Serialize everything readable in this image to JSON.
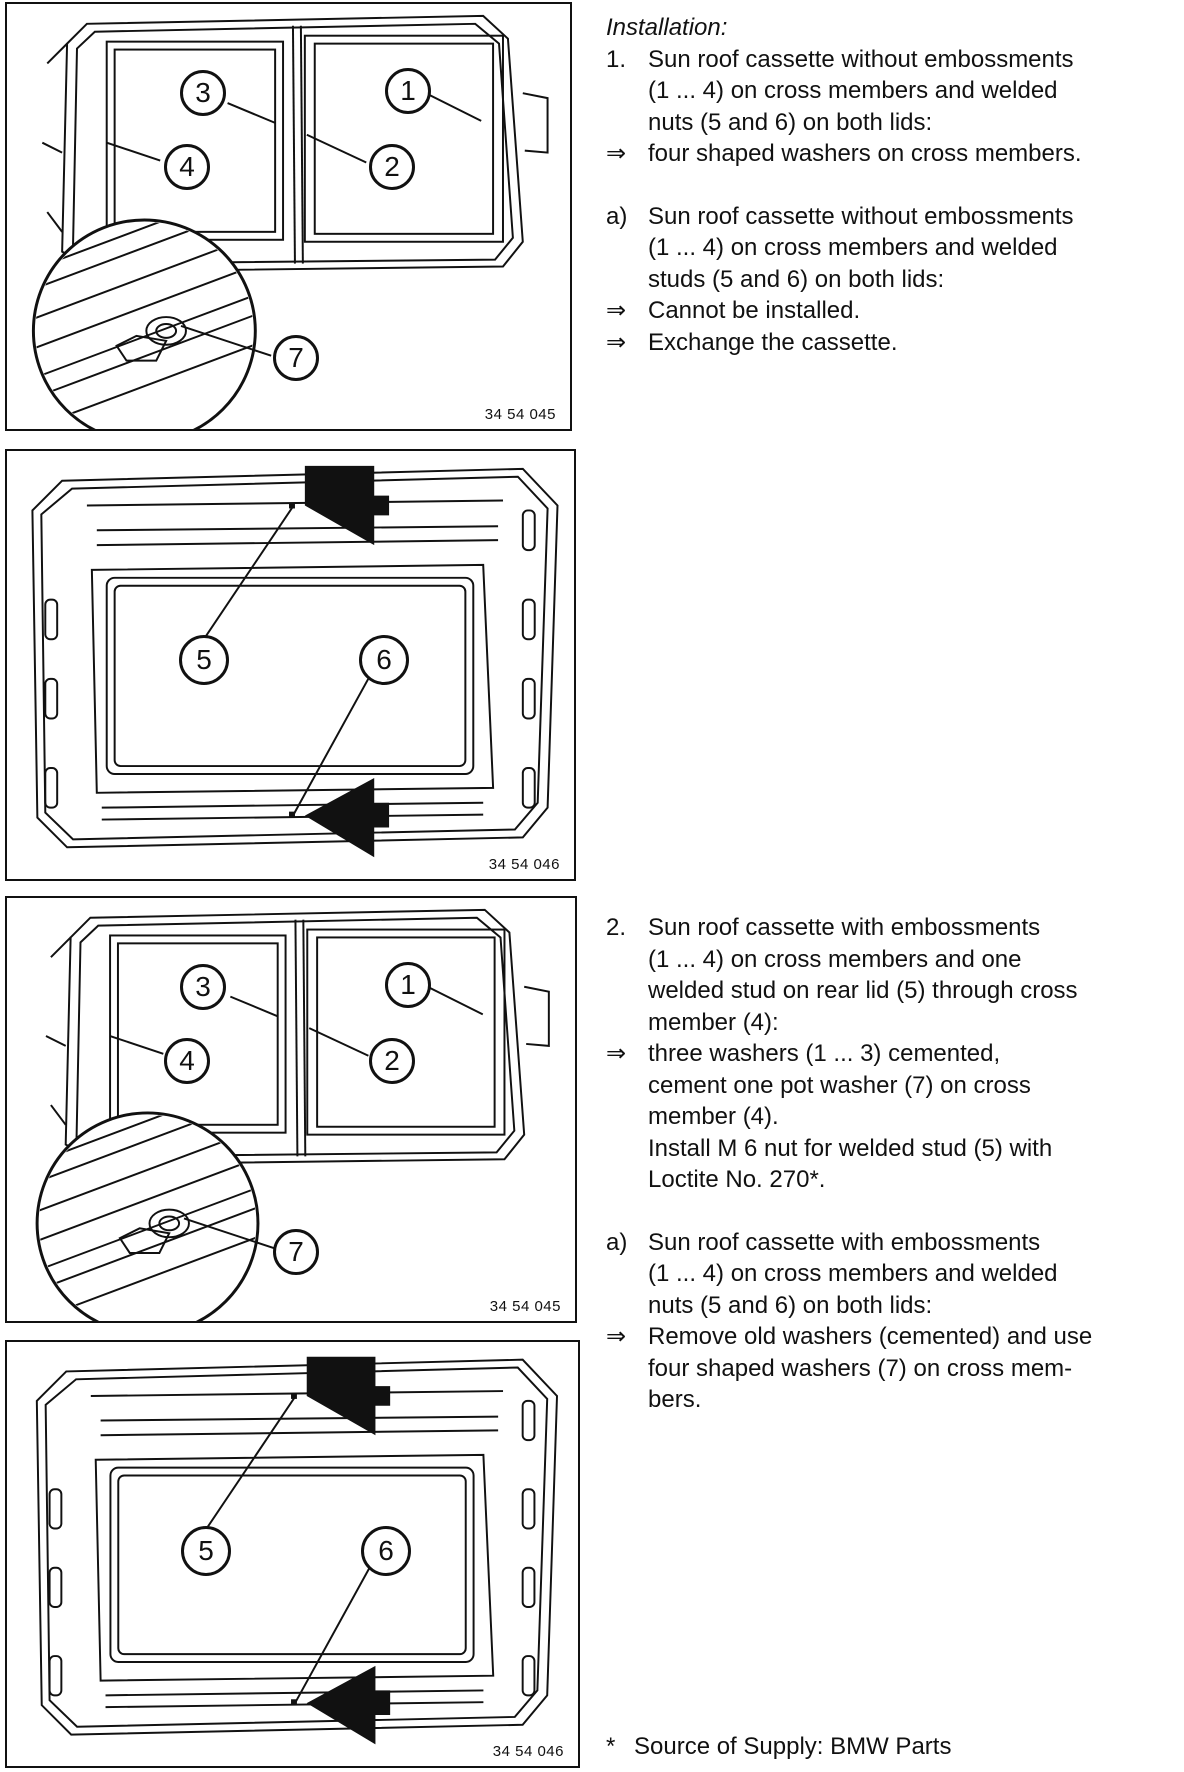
{
  "figures": [
    {
      "code": "34 54 045",
      "callouts": [
        "1",
        "2",
        "3",
        "4",
        "7"
      ]
    },
    {
      "code": "34 54 046",
      "callouts": [
        "5",
        "6"
      ]
    },
    {
      "code": "34 54 045",
      "callouts": [
        "1",
        "2",
        "3",
        "4",
        "7"
      ]
    },
    {
      "code": "34 54 046",
      "callouts": [
        "5",
        "6"
      ]
    }
  ],
  "section1": {
    "heading": "Installation:",
    "step1": {
      "marker": "1.",
      "lines": [
        "Sun roof cassette without embossments",
        "(1 ... 4) on cross members and welded",
        "nuts (5 and 6) on both lids:"
      ],
      "result_marker": "⇒",
      "result": "four shaped washers on cross members."
    },
    "stepA": {
      "marker": "a)",
      "lines": [
        "Sun roof cassette without embossments",
        "(1 ... 4) on cross members and welded",
        "studs (5 and 6) on both lids:"
      ],
      "results": [
        {
          "marker": "⇒",
          "text": "Cannot be installed."
        },
        {
          "marker": "⇒",
          "text": "Exchange the cassette."
        }
      ]
    }
  },
  "section2": {
    "step2": {
      "marker": "2.",
      "lines": [
        "Sun roof cassette with embossments",
        "(1 ... 4) on cross members and one",
        "welded stud on rear lid (5) through cross",
        "member (4):"
      ],
      "result_marker": "⇒",
      "result_lines": [
        "three washers (1 ... 3) cemented,",
        "cement one pot washer (7) on cross",
        "member (4).",
        "Install M 6 nut for welded stud (5) with",
        "Loctite No. 270*."
      ]
    },
    "stepA": {
      "marker": "a)",
      "lines": [
        "Sun roof cassette with embossments",
        "(1 ... 4) on cross members and welded",
        "nuts (5 and 6) on both lids:"
      ],
      "result_marker": "⇒",
      "result_lines": [
        "Remove old washers (cemented) and use",
        "four shaped washers (7) on cross mem-",
        "bers."
      ]
    }
  },
  "footnote": {
    "star": "*",
    "text": "Source of Supply: BMW Parts"
  }
}
